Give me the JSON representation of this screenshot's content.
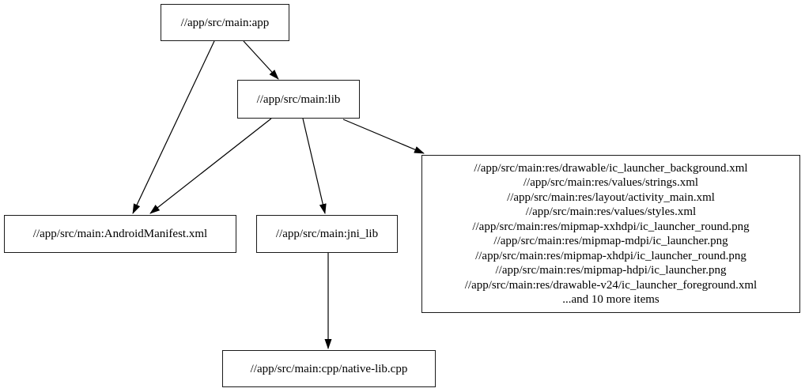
{
  "diagram": {
    "kind": "build-dependency-graph",
    "colors": {
      "background": "#ffffff",
      "node_border": "#1a1a1a",
      "edge": "#000000",
      "text": "#000000"
    },
    "nodes": {
      "app": {
        "label": "//app/src/main:app"
      },
      "lib": {
        "label": "//app/src/main:lib"
      },
      "manifest": {
        "label": "//app/src/main:AndroidManifest.xml"
      },
      "jni_lib": {
        "label": "//app/src/main:jni_lib"
      },
      "resources": {
        "lines": [
          "//app/src/main:res/drawable/ic_launcher_background.xml",
          "//app/src/main:res/values/strings.xml",
          "//app/src/main:res/layout/activity_main.xml",
          "//app/src/main:res/values/styles.xml",
          "//app/src/main:res/mipmap-xxhdpi/ic_launcher_round.png",
          "//app/src/main:res/mipmap-mdpi/ic_launcher.png",
          "//app/src/main:res/mipmap-xhdpi/ic_launcher_round.png",
          "//app/src/main:res/mipmap-hdpi/ic_launcher.png",
          "//app/src/main:res/drawable-v24/ic_launcher_foreground.xml",
          "...and 10 more items"
        ]
      },
      "native_lib": {
        "label": "//app/src/main:cpp/native-lib.cpp"
      }
    },
    "edges": [
      {
        "from": "//app/src/main:app",
        "to": "//app/src/main:AndroidManifest.xml"
      },
      {
        "from": "//app/src/main:app",
        "to": "//app/src/main:lib"
      },
      {
        "from": "//app/src/main:lib",
        "to": "//app/src/main:AndroidManifest.xml"
      },
      {
        "from": "//app/src/main:lib",
        "to": "//app/src/main:jni_lib"
      },
      {
        "from": "//app/src/main:lib",
        "to": "//app/src/main:res (resource group)"
      },
      {
        "from": "//app/src/main:jni_lib",
        "to": "//app/src/main:cpp/native-lib.cpp"
      }
    ]
  }
}
